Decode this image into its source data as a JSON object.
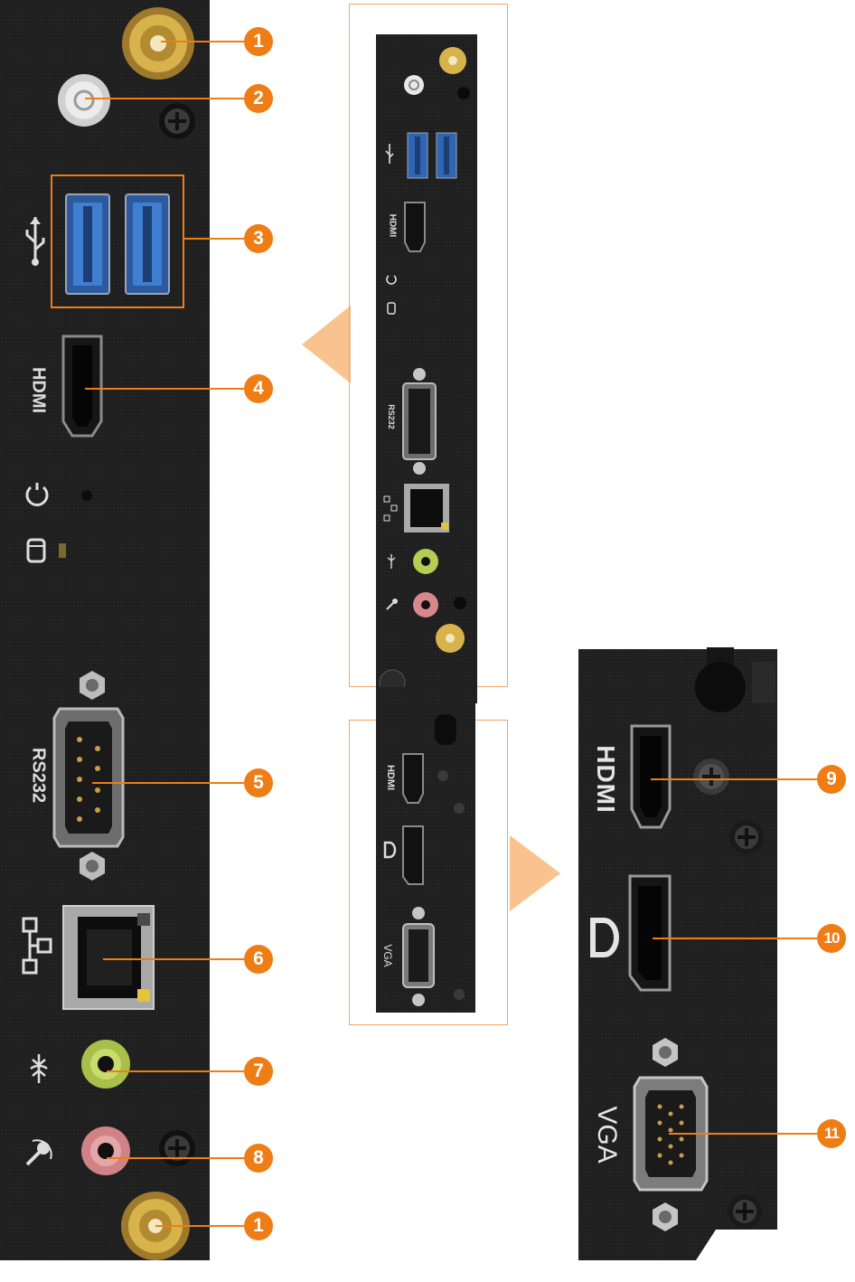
{
  "callouts": [
    "1",
    "2",
    "3",
    "4",
    "5",
    "6",
    "7",
    "8",
    "1",
    "9",
    "10",
    "11"
  ],
  "port_labels": {
    "hdmi": "HDMI",
    "rs232": "RS232",
    "vga": "VGA"
  },
  "colors": {
    "accent": "#ef7d16",
    "frame": "#f5a462",
    "panel": "#1f1f20"
  }
}
